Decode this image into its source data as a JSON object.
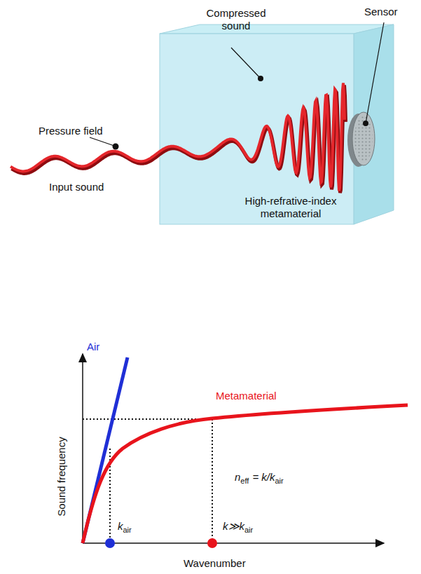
{
  "diagram": {
    "nodes": [
      {
        "text": [
          "High-refrative-index metamaterial"
        ]
      }
    ],
    "labels": [
      "Compressed sound",
      "Sensor",
      "Pressure field",
      "Input sound",
      "Air",
      "Metamaterial",
      "Sound frequency",
      "n",
      "eff",
      "= k/k",
      "air",
      "k",
      "air",
      "k≫k",
      "air",
      "Wavenumber"
    ]
  }
}
